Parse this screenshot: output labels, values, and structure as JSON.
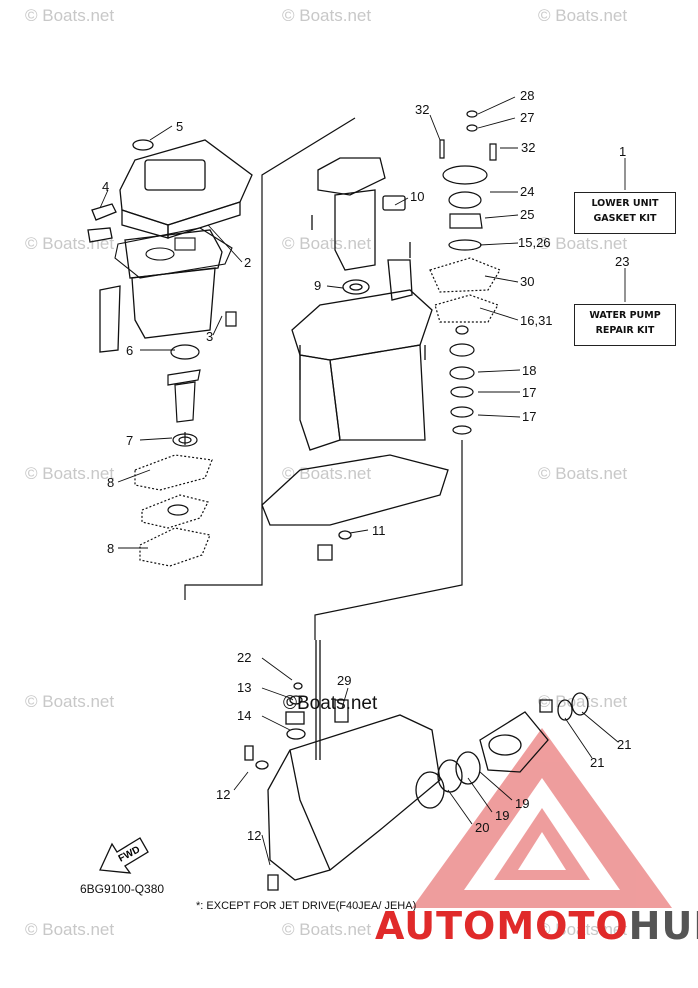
{
  "watermark_text": "© Boats.net",
  "center_watermark": "©Boats.net",
  "callouts": {
    "c28": "28",
    "c27": "27",
    "c32a": "32",
    "c32b": "32",
    "c1": "1",
    "c24": "24",
    "c5": "5",
    "c4": "4",
    "c10": "10",
    "c25": "25",
    "c1526": "15,26",
    "c2": "2",
    "c23": "23",
    "c9": "9",
    "c30": "30",
    "c3": "3",
    "c1631": "16,31",
    "c6": "6",
    "c18": "18",
    "c17a": "17",
    "c17b": "17",
    "c7": "7",
    "c8a": "8",
    "c11": "11",
    "c8b": "8",
    "c22": "22",
    "c29": "29",
    "c13": "13",
    "c14": "14",
    "c21a": "21",
    "c21b": "21",
    "c12a": "12",
    "c19a": "19",
    "c19b": "19",
    "c20": "20",
    "c12b": "12"
  },
  "kits": {
    "lower_unit": [
      "LOWER UNIT",
      "GASKET KIT"
    ],
    "water_pump": [
      "WATER PUMP",
      "REPAIR KIT"
    ]
  },
  "fwd_label": "FWD",
  "drawing_code": "6BG9100-Q380",
  "footnote": "*: EXCEPT FOR JET DRIVE(F40JEA/ JEHA)",
  "brand": {
    "part1": "AUTOMOTO",
    "part2": "HUB",
    "color": "#e02a2a"
  }
}
